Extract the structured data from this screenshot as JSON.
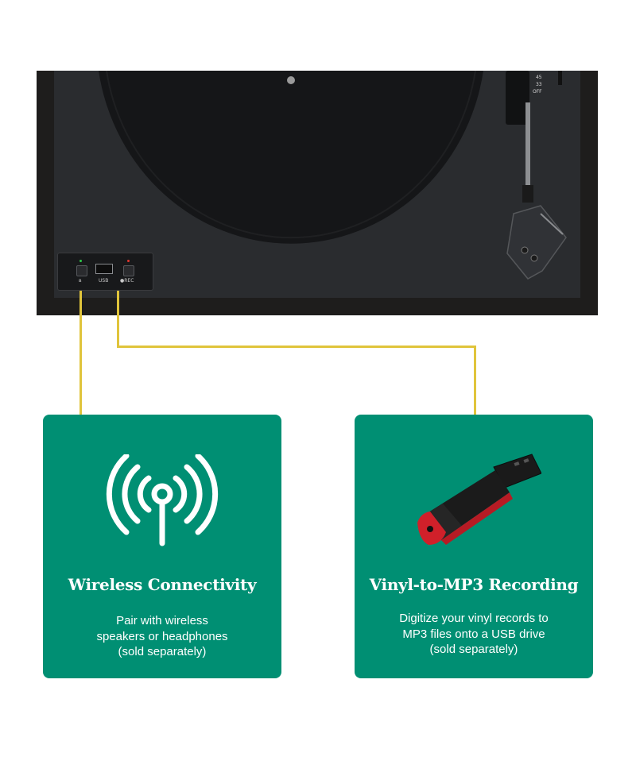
{
  "turntable": {
    "speed_labels": [
      "45",
      "33",
      "OFF"
    ],
    "port_labels": {
      "bluetooth": "ʙ",
      "usb": "USB",
      "rec": "●REC"
    }
  },
  "colors": {
    "card_green": "#008f73",
    "connector_yellow": "#e0c43b",
    "usb_red": "#d0202a"
  },
  "features": [
    {
      "title": "Wireless Connectivity",
      "icon": "wireless-signal-icon",
      "description": [
        "Pair with wireless",
        "speakers or headphones",
        "(sold separately)"
      ]
    },
    {
      "title": "Vinyl-to-MP3 Recording",
      "icon": "usb-flash-drive-icon",
      "description": [
        "Digitize your vinyl records to",
        "MP3 files onto a USB drive",
        "(sold separately)"
      ]
    }
  ]
}
